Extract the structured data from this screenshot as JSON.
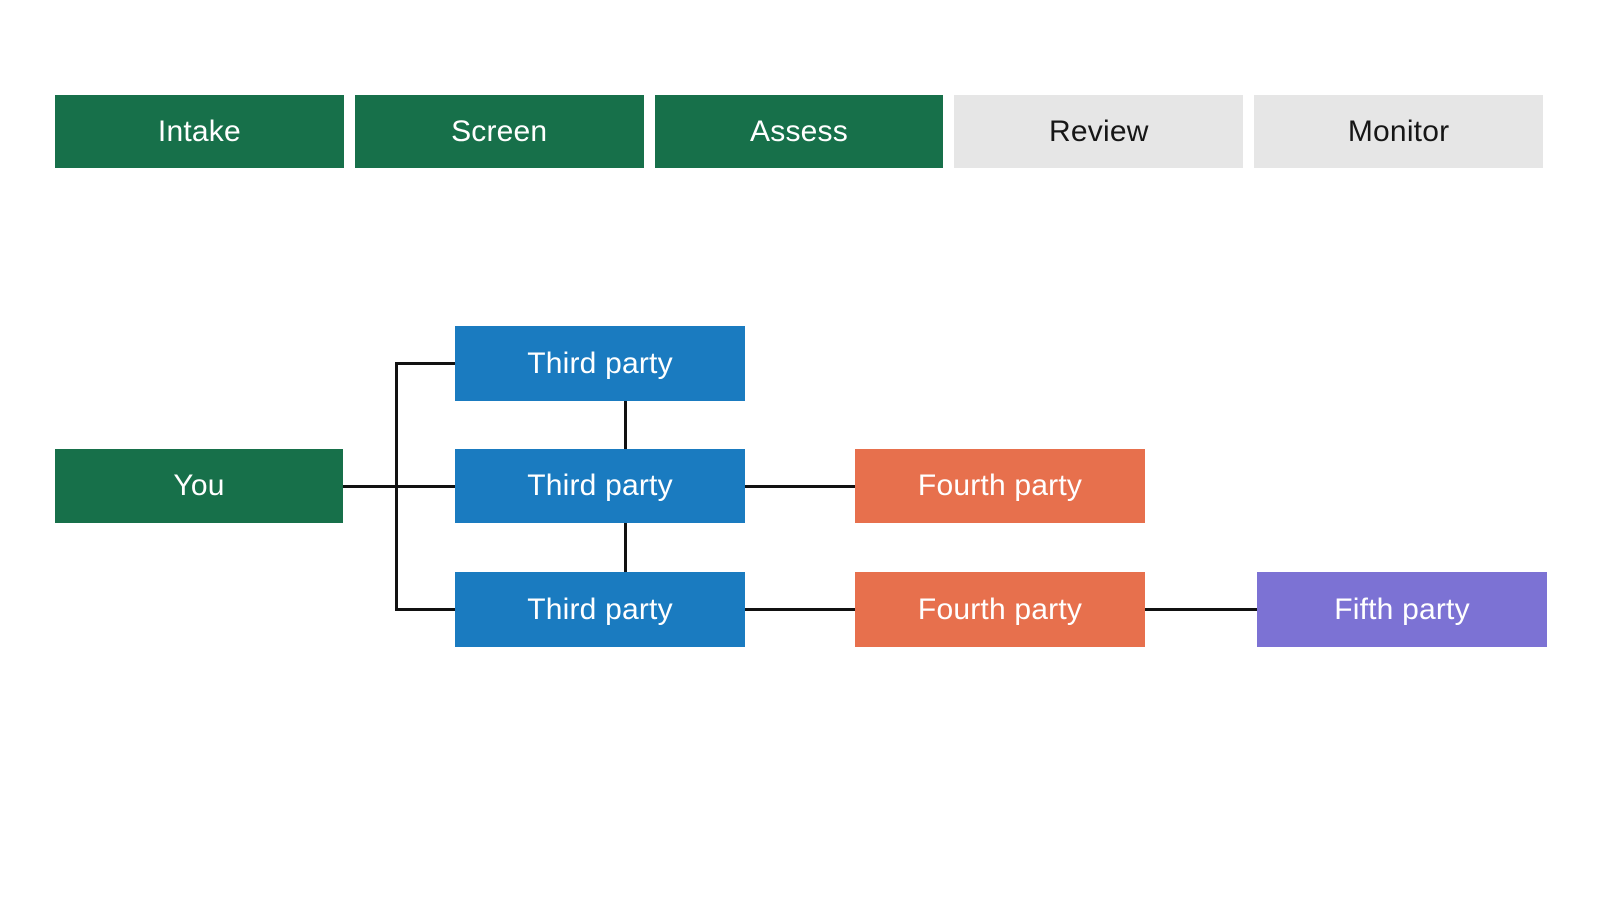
{
  "colors": {
    "green": "#17704a",
    "blue": "#1a7bc0",
    "orange": "#e7704d",
    "purple": "#7c72d4",
    "inactive_gray": "#e6e6e6",
    "line": "#111111",
    "text_on_color": "#ffffff",
    "text_on_gray": "#161616"
  },
  "stages": [
    {
      "label": "Intake",
      "state": "active"
    },
    {
      "label": "Screen",
      "state": "active"
    },
    {
      "label": "Assess",
      "state": "active"
    },
    {
      "label": "Review",
      "state": "inactive"
    },
    {
      "label": "Monitor",
      "state": "inactive"
    }
  ],
  "diagram": {
    "nodes": [
      {
        "id": "you",
        "label": "You",
        "tier": "you"
      },
      {
        "id": "third-1",
        "label": "Third party",
        "tier": "third"
      },
      {
        "id": "third-2",
        "label": "Third party",
        "tier": "third"
      },
      {
        "id": "third-3",
        "label": "Third party",
        "tier": "third"
      },
      {
        "id": "fourth-1",
        "label": "Fourth party",
        "tier": "fourth"
      },
      {
        "id": "fourth-2",
        "label": "Fourth party",
        "tier": "fourth"
      },
      {
        "id": "fifth-1",
        "label": "Fifth party",
        "tier": "fifth"
      }
    ],
    "edges": [
      {
        "from": "you",
        "to": "third-1"
      },
      {
        "from": "you",
        "to": "third-2"
      },
      {
        "from": "you",
        "to": "third-3"
      },
      {
        "from": "third-1",
        "to": "third-2"
      },
      {
        "from": "third-2",
        "to": "third-3"
      },
      {
        "from": "third-2",
        "to": "fourth-1"
      },
      {
        "from": "third-3",
        "to": "fourth-2"
      },
      {
        "from": "fourth-2",
        "to": "fifth-1"
      }
    ]
  }
}
